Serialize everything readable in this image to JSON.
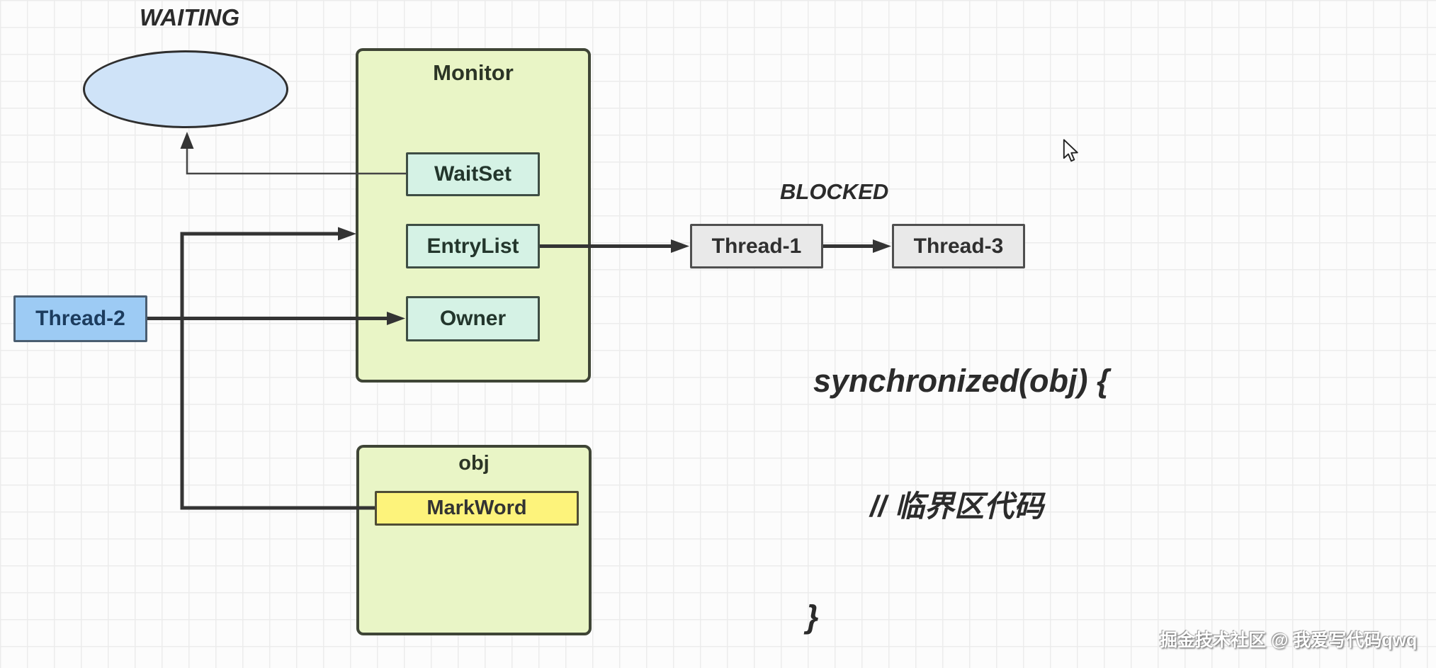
{
  "diagram": {
    "waiting_label": "WAITING",
    "blocked_label": "BLOCKED",
    "monitor": {
      "title": "Monitor",
      "waitset_label": "WaitSet",
      "entrylist_label": "EntryList",
      "owner_label": "Owner"
    },
    "obj": {
      "title": "obj",
      "markword_label": "MarkWord"
    },
    "threads": {
      "thread1_label": "Thread-1",
      "thread2_label": "Thread-2",
      "thread3_label": "Thread-3"
    },
    "code": {
      "line1": "synchronized(obj) {",
      "line2": "// 临界区代码",
      "line3": "}"
    }
  },
  "watermark_text": "掘金技术社区 @ 我爱写代码qwq",
  "colors": {
    "background": "#fcfcfc",
    "grid_line": "#ececec",
    "container_fill": "#e9f5c6",
    "container_border": "#3f4536",
    "slot_fill": "#d5f2e5",
    "slot_border": "#3e4e44",
    "thread_blue_fill": "#9dcbf4",
    "thread_blue_border": "#4a5d70",
    "thread_gray_fill": "#e9e9e9",
    "thread_gray_border": "#4f4f4f",
    "markword_fill": "#fdf37b",
    "markword_border": "#4f4d35",
    "ellipse_fill": "#cfe3f8",
    "ellipse_border": "#2f2f2f",
    "connector": "#343434",
    "text": "#2b2b2b"
  }
}
